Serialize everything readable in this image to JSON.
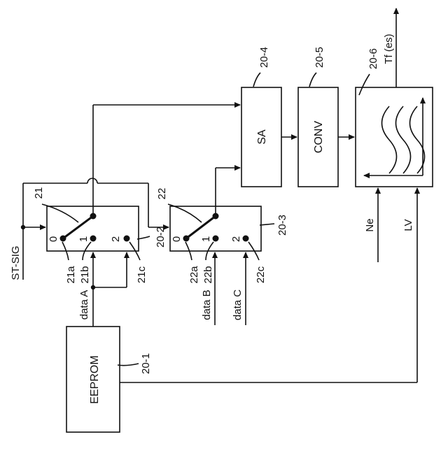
{
  "blocks": {
    "eeprom": "EEPROM",
    "sa": "SA",
    "conv": "CONV"
  },
  "refs": {
    "b20_1": "20-1",
    "b20_2": "20-2",
    "b20_3": "20-3",
    "b20_4": "20-4",
    "b20_5": "20-5",
    "b20_6": "20-6",
    "s21": "21",
    "s22": "22",
    "t21a": "21a",
    "t21b": "21b",
    "t21c": "21c",
    "t22a": "22a",
    "t22b": "22b",
    "t22c": "22c"
  },
  "terminals": {
    "zero": "0",
    "one": "1",
    "two": "2"
  },
  "signals": {
    "st_sig": "ST-SIG",
    "data_a": "data A",
    "data_b": "data B",
    "data_c": "data C",
    "ne": "Ne",
    "lv": "LV",
    "tf": "Tf (es)"
  }
}
